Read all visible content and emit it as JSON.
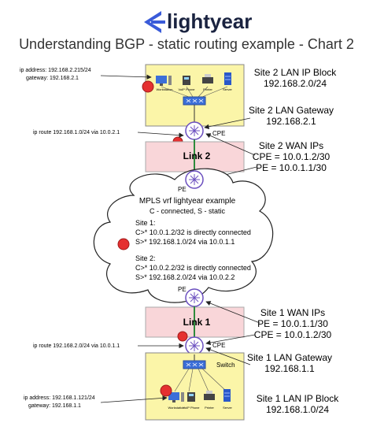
{
  "brand": {
    "name": "lightyear",
    "accent": "#3a5bd9"
  },
  "title": "Understanding BGP - static routing example - Chart 2",
  "site2": {
    "lan_block_title": "Site 2 LAN IP Block",
    "lan_block_value": "192.168.2.0/24",
    "lan_gateway_title": "Site 2 LAN Gateway",
    "lan_gateway_value": "192.168.2.1",
    "wan_title": "Site 2 WAN IPs",
    "wan_cpe": "CPE = 10.0.1.2/30",
    "wan_pe": "PE = 10.0.1.1/30",
    "host_ip": "ip address: 192.168.2.215/24",
    "host_gw": "gateway: 192.168.2.1",
    "route": "ip route 192.168.1.0/24 via 10.0.2.1",
    "link": "Link 2",
    "cpe": "CPE",
    "pe": "PE"
  },
  "cloud": {
    "title": "MPLS vrf lightyear example",
    "subtitle": "C - connected, S - static",
    "site1_label": "Site 1:",
    "site1_c": "C>* 10.0.1.2/32 is directly connected",
    "site1_s": "S>* 192.168.1.0/24 via 10.0.1.1",
    "site2_label": "Site 2:",
    "site2_c": "C>* 10.0.2.2/32 is directly connected",
    "site2_s": "S>* 192.168.2.0/24 via 10.0.2.2"
  },
  "site1": {
    "wan_title": "Site 1 WAN IPs",
    "wan_pe": "PE = 10.0.1.1/30",
    "wan_cpe": "CPE = 10.0.1.2/30",
    "lan_gateway_title": "Site 1 LAN Gateway",
    "lan_gateway_value": "192.168.1.1",
    "lan_block_title": "Site 1 LAN IP Block",
    "lan_block_value": "192.168.1.0/24",
    "host_ip": "ip address: 192.168.1.121/24",
    "host_gw": "gateway: 192.168.1.1",
    "route": "ip route 192.168.2.0/24 via 10.0.1.1",
    "link": "Link 1",
    "cpe": "CPE",
    "pe": "PE",
    "switch": "Switch"
  },
  "devices": {
    "workstation": "Workstation",
    "voip": "VoIP Phone",
    "printer": "Printer",
    "server": "Server"
  },
  "colors": {
    "lan_box": "#fbf5a8",
    "link_box": "#f9d6d9",
    "router": "#6b4fbf",
    "marker": "#e53030",
    "link_line": "#2e8b3c"
  }
}
